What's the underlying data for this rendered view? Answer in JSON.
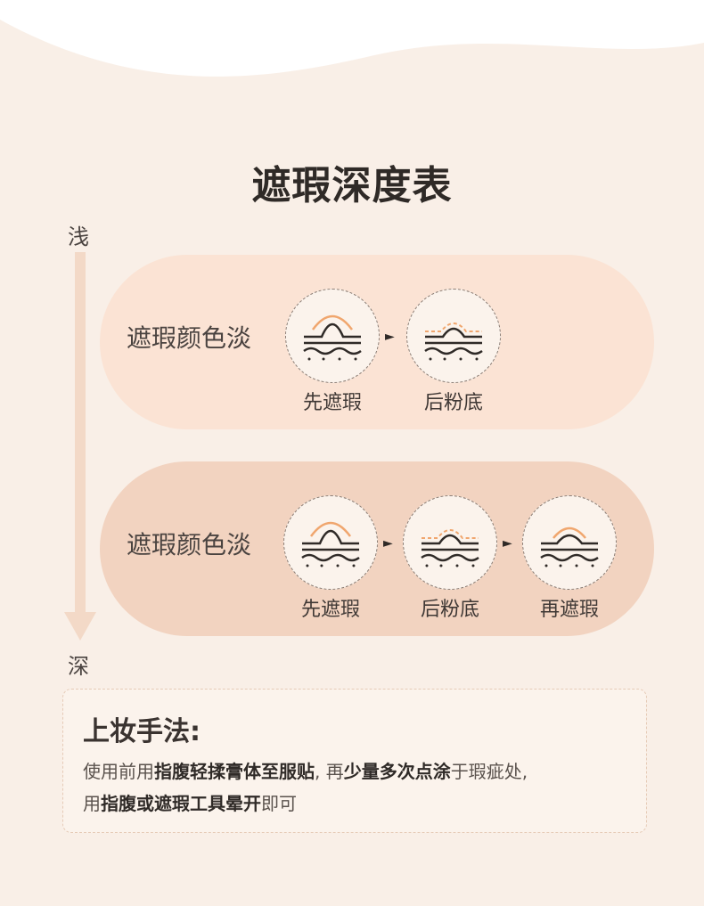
{
  "title": "遮瑕深度表",
  "scale": {
    "light_label": "浅",
    "deep_label": "深"
  },
  "rows": [
    {
      "label": "遮瑕颜色淡",
      "steps": [
        {
          "caption": "先遮瑕",
          "icon": "skin-concealer-icon"
        },
        {
          "caption": "后粉底",
          "icon": "skin-foundation-icon"
        }
      ]
    },
    {
      "label": "遮瑕颜色淡",
      "steps": [
        {
          "caption": "先遮瑕",
          "icon": "skin-concealer-icon"
        },
        {
          "caption": "后粉底",
          "icon": "skin-foundation-icon"
        },
        {
          "caption": "再遮瑕",
          "icon": "skin-concealer-icon"
        }
      ]
    }
  ],
  "tips": {
    "title": "上妆手法:",
    "line1": [
      {
        "text": "使用前用",
        "bold": false
      },
      {
        "text": "指腹轻揉膏体至服贴",
        "bold": true
      },
      {
        "text": ", 再",
        "bold": false
      },
      {
        "text": "少量多次点涂",
        "bold": true
      },
      {
        "text": "于瑕疵处,",
        "bold": false
      }
    ],
    "line2": [
      {
        "text": "用",
        "bold": false
      },
      {
        "text": "指腹或遮瑕工具晕开",
        "bold": true
      },
      {
        "text": "即可",
        "bold": false
      }
    ]
  },
  "colors": {
    "background": "#f9efe7",
    "pill_light": "#fbe3d4",
    "pill_dark": "#f2d3c0",
    "accent_orange": "#f0a66e",
    "arrow_bar": "#f3d9c7"
  }
}
